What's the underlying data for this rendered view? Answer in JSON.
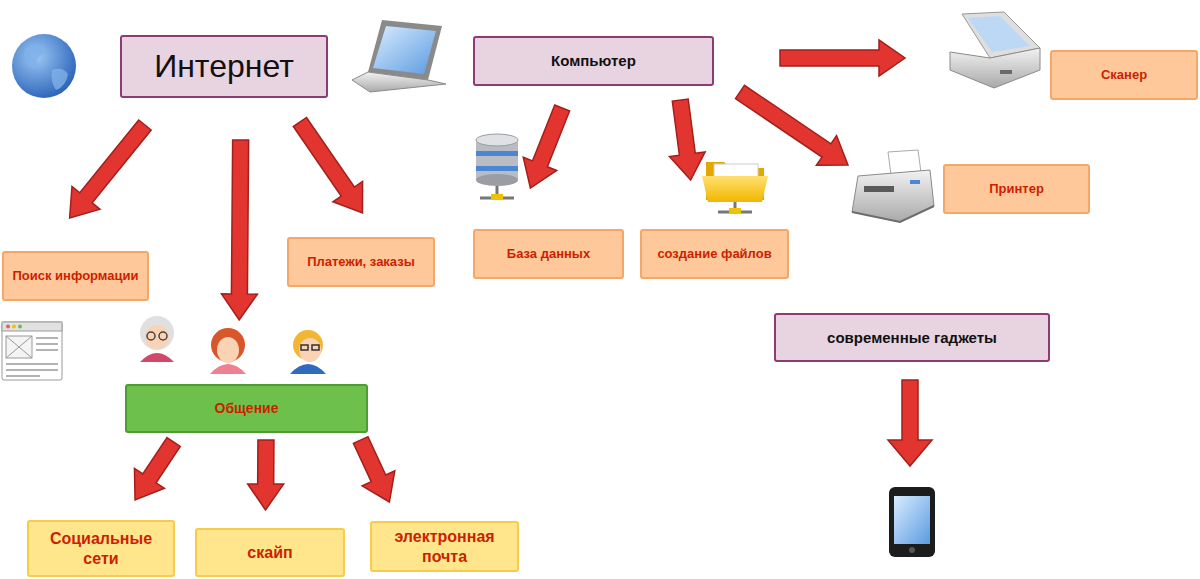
{
  "diagram": {
    "nodes": [
      {
        "text": [
          "Интернет"
        ]
      },
      {
        "text": [
          "Компьютер"
        ]
      },
      {
        "text": [
          "Сканер"
        ]
      },
      {
        "text": [
          "Поиск информации"
        ]
      },
      {
        "text": [
          "Платежи, заказы"
        ]
      },
      {
        "text": [
          "База данных"
        ]
      },
      {
        "text": [
          "создание файлов"
        ]
      },
      {
        "text": [
          "Принтер"
        ]
      },
      {
        "text": [
          "современные гаджеты"
        ]
      },
      {
        "text": [
          "Общение"
        ]
      },
      {
        "text": [
          "Социальные сети"
        ]
      },
      {
        "text": [
          "скайп"
        ]
      },
      {
        "text": [
          "электронная почта"
        ]
      }
    ],
    "edges": [
      {
        "from": 0,
        "to": 3,
        "arrow": "to"
      },
      {
        "from": 0,
        "to": 9,
        "arrow": "to"
      },
      {
        "from": 0,
        "to": 4,
        "arrow": "to"
      },
      {
        "from": 1,
        "to": 5,
        "arrow": "to"
      },
      {
        "from": 1,
        "to": 6,
        "arrow": "to"
      },
      {
        "from": 1,
        "to": 7,
        "arrow": "to"
      },
      {
        "from": 1,
        "to": 2,
        "arrow": "to"
      },
      {
        "from": 9,
        "to": 10,
        "arrow": "to"
      },
      {
        "from": 9,
        "to": 11,
        "arrow": "to"
      },
      {
        "from": 9,
        "to": 12,
        "arrow": "to"
      }
    ]
  }
}
